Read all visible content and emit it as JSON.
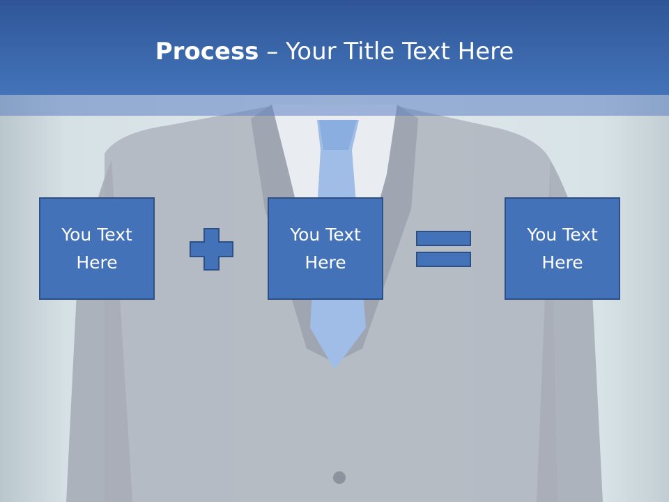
{
  "slide": {
    "title_bold": "Process",
    "title_rest": " – Your Title Text Here"
  },
  "process": {
    "boxes": [
      {
        "label": "You Text Here"
      },
      {
        "label": "You Text Here"
      },
      {
        "label": "You Text Here"
      }
    ],
    "operators": [
      {
        "icon": "plus-icon"
      },
      {
        "icon": "equals-icon"
      }
    ]
  },
  "colors": {
    "header": "#3a67aa",
    "box_fill": "#4472b8",
    "box_border": "#2c4f86"
  }
}
